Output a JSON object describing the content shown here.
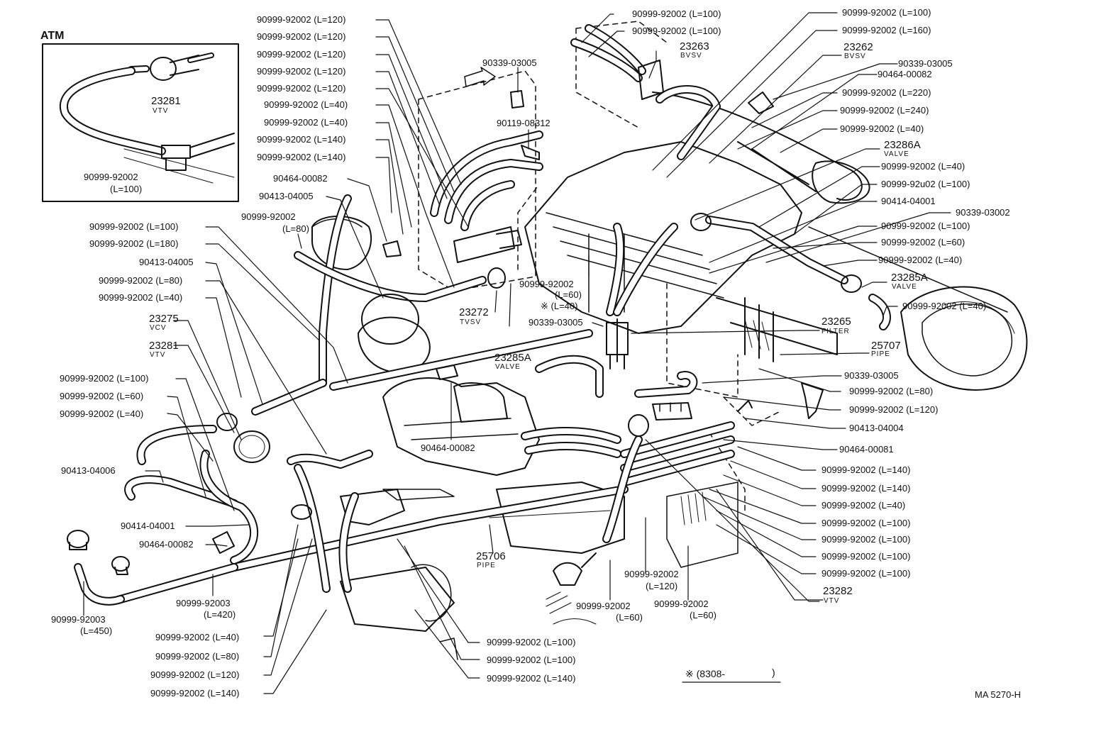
{
  "inset": {
    "title": "ATM",
    "part": "23281",
    "part_name": "VTV",
    "hose": "90999-92002",
    "hose_len": "(L=100)"
  },
  "labels": {
    "t1": "90999-92002 (L=120)",
    "t2": "90999-92002 (L=120)",
    "t3": "90999-92002 (L=120)",
    "t4": "90999-92002 (L=120)",
    "t5": "90999-92002 (L=120)",
    "t6": "90999-92002 (L=40)",
    "t7": "90999-92002 (L=40)",
    "t8": "90999-92002 (L=140)",
    "t9": "90999-92002 (L=140)",
    "t10": "90464-00082",
    "t11": "90413-04005",
    "t12": "90999-92002",
    "t13": "(L=80)",
    "t14": "90999-92002 (L=100)",
    "t15": "90999-92002 (L=180)",
    "t16": "90413-04005",
    "t17": "90999-92002 (L=80)",
    "t18": "90999-92002 (L=40)",
    "c1": "90339-03005",
    "c2": "90119-08312",
    "c3": "90999-92002",
    "c4": "(L=60)",
    "c5": "※ (L=40)",
    "c6": "90339-03005",
    "c7": "90464-00082",
    "r1": "90999-92002 (L=100)",
    "r2": "90999-92002 (L=100)",
    "r3": "90999-92002 (L=100)",
    "r4": "90999-92002 (L=160)",
    "r5": "90339-03005",
    "r6": "90464-00082",
    "r7": "90999-92002 (L=220)",
    "r8": "90999-92002 (L=240)",
    "r9": "90999-92002 (L=40)",
    "r10": "90999-92002 (L=40)",
    "r11": "90999-92u02 (L=100)",
    "r12": "90414-04001",
    "r13": "90339-03002",
    "r14": "90999-92002 (L=100)",
    "r15": "90999-92002 (L=60)",
    "r16": "90999-92002 (L=40)",
    "r17": "90999-92002 (L=40)",
    "r18": "90339-03005",
    "r19": "90999-92002 (L=80)",
    "r20": "90999-92002 (L=120)",
    "r21": "90413-04004",
    "r22": "90464-00081",
    "r23": "90999-92002 (L=140)",
    "r24": "90999-92002 (L=140)",
    "r25": "90999-92002 (L=40)",
    "r26": "90999-92002 (L=100)",
    "r27": "90999-92002 (L=100)",
    "r28": "90999-92002 (L=100)",
    "r29": "90999-92002 (L=100)",
    "l1": "90999-92002 (L=100)",
    "l2": "90999-92002 (L=60)",
    "l3": "90999-92002 (L=40)",
    "l4": "90413-04006",
    "l5": "90414-04001",
    "l6": "90464-00082",
    "l7": "90999-92003",
    "l8": "(L=450)",
    "l9": "90999-92003",
    "l10": "(L=420)",
    "l11": "90999-92002 (L=40)",
    "l12": "90999-92002 (L=80)",
    "l13": "90999-92002 (L=120)",
    "l14": "90999-92002 (L=140)",
    "b1": "90999-92002 (L=100)",
    "b2": "90999-92002 (L=100)",
    "b3": "90999-92002 (L=140)",
    "b4": "90999-92002",
    "b5": "(L=120)",
    "b6": "90999-92002",
    "b7": "(L=60)",
    "b8": "90999-92002",
    "b9": "(L=60)",
    "note": "※ (8308-",
    "note_end": ")",
    "code": "MA 5270-H"
  },
  "parts": {
    "p1": {
      "num": "23263",
      "name": "BVSV"
    },
    "p2": {
      "num": "23262",
      "name": "BVSV"
    },
    "p3": {
      "num": "23286A",
      "name": "VALVE"
    },
    "p4": {
      "num": "23285A",
      "name": "VALVE"
    },
    "p5": {
      "num": "23265",
      "name": "FILTER"
    },
    "p6": {
      "num": "25707",
      "name": "PIPE"
    },
    "p7": {
      "num": "23272",
      "name": "TVSV"
    },
    "p8": {
      "num": "23285A",
      "name": "VALVE"
    },
    "p9": {
      "num": "23275",
      "name": "VCV"
    },
    "p10": {
      "num": "23281",
      "name": "VTV"
    },
    "p11": {
      "num": "25706",
      "name": "PIPE"
    },
    "p12": {
      "num": "23282",
      "name": "VTV"
    }
  }
}
